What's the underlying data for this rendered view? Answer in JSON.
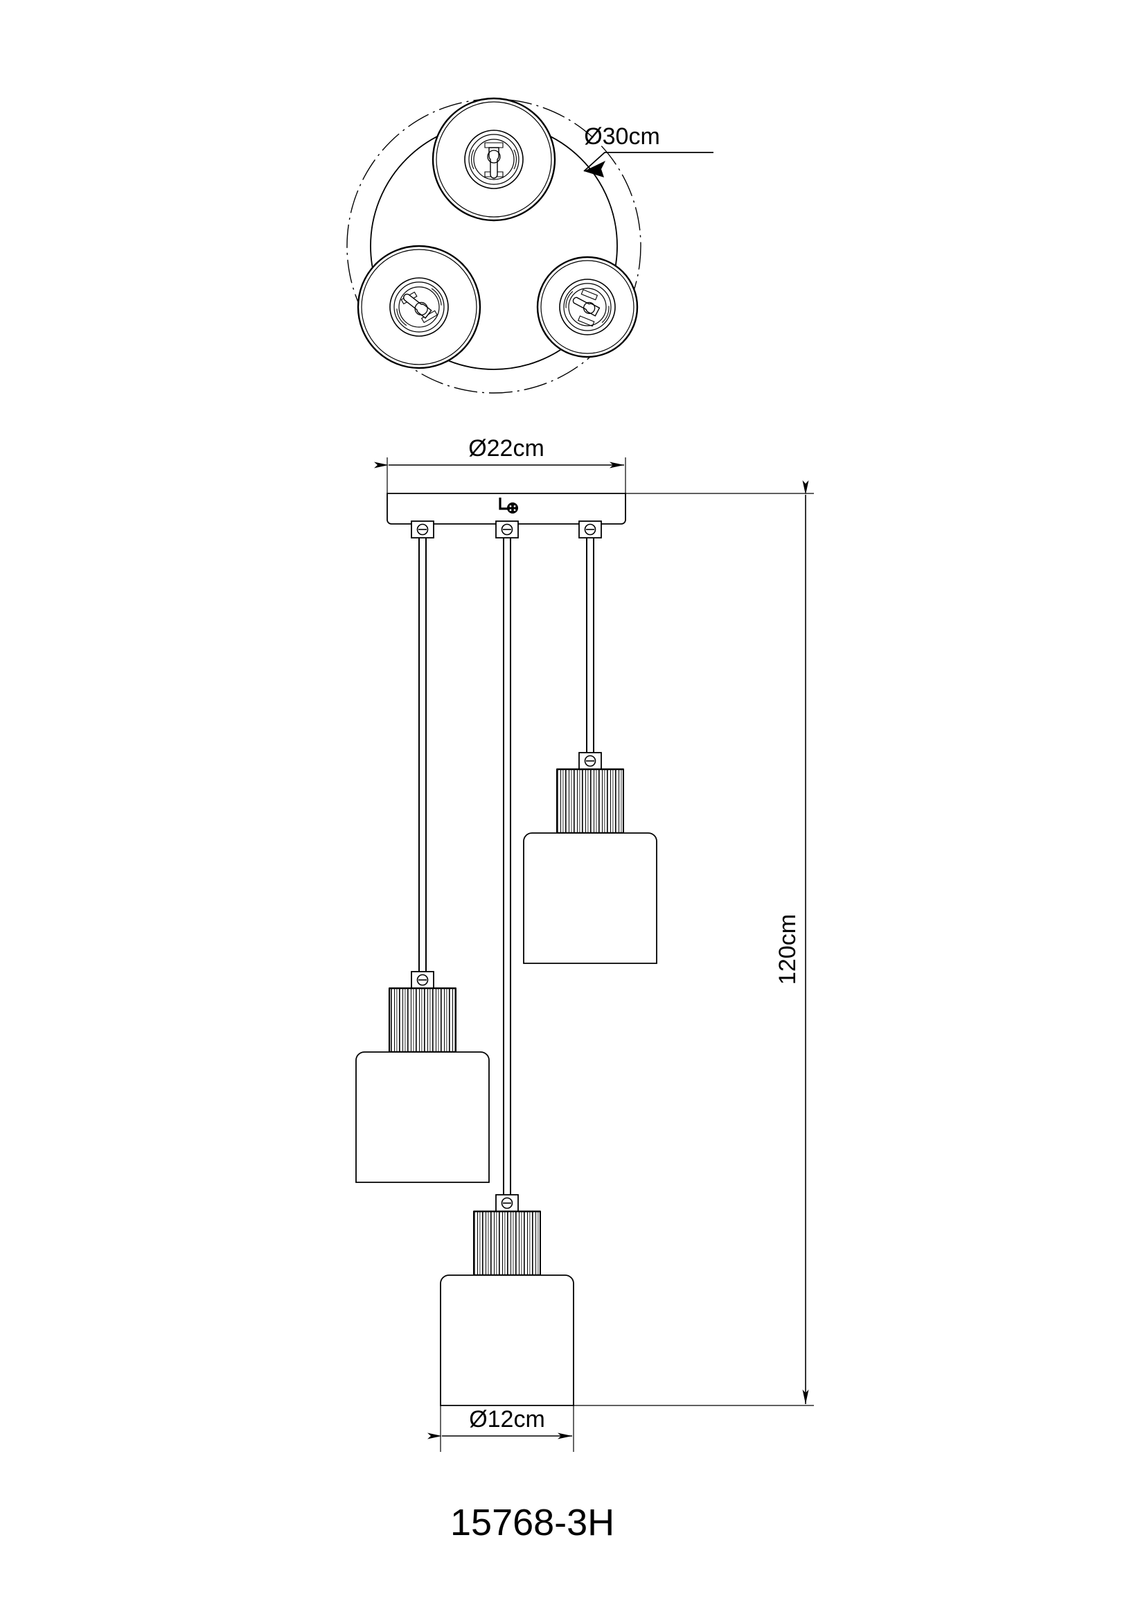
{
  "drawing": {
    "type": "technical-dimension-drawing",
    "product_family": "3-light cluster pendant lamp",
    "views": [
      {
        "name": "top-view",
        "label": "top view of canopy with three shades"
      },
      {
        "name": "front-elevation",
        "label": "front elevation with suspension cables"
      }
    ]
  },
  "dimensions": {
    "outer_circle": {
      "name": "outer-spread-diameter",
      "label": "Ø30cm",
      "value": 30,
      "unit": "cm",
      "symbol": "Ø",
      "view": "top-view",
      "style": "leader-with-arrow"
    },
    "canopy": {
      "name": "canopy-diameter",
      "label": "Ø22cm",
      "value": 22,
      "unit": "cm",
      "symbol": "Ø",
      "view": "front-elevation",
      "style": "double-arrow-horizontal"
    },
    "shade": {
      "name": "shade-diameter",
      "label": "Ø12cm",
      "value": 12,
      "unit": "cm",
      "symbol": "Ø",
      "view": "front-elevation",
      "style": "double-arrow-horizontal"
    },
    "drop": {
      "name": "total-drop-height",
      "label": "120cm",
      "value": 120,
      "unit": "cm",
      "symbol": "",
      "view": "front-elevation",
      "style": "double-arrow-vertical-rotated"
    }
  },
  "model": {
    "name": "model-number",
    "label": "15768-3H"
  },
  "colors": {
    "line": "#000000",
    "background": "#ffffff",
    "fill": "#ffffff"
  },
  "line_styles": {
    "outline": "solid",
    "construction_circle": "dash-dot",
    "extension": "solid-thin"
  },
  "components": {
    "canopy_plate": {
      "name": "canopy-plate",
      "count": 1
    },
    "cable_clamp": {
      "name": "cable-clamp",
      "count": 3
    },
    "suspension_cable": {
      "name": "suspension-cable",
      "count": 3
    },
    "socket_holder": {
      "name": "ribbed-socket-holder",
      "count": 3
    },
    "shade": {
      "name": "cylindrical-shade",
      "count": 3
    },
    "lamp_socket_top": {
      "name": "lamp-socket-top-view",
      "count": 3
    },
    "earth_symbol": {
      "name": "earth-terminal-symbol",
      "count": 1
    }
  }
}
